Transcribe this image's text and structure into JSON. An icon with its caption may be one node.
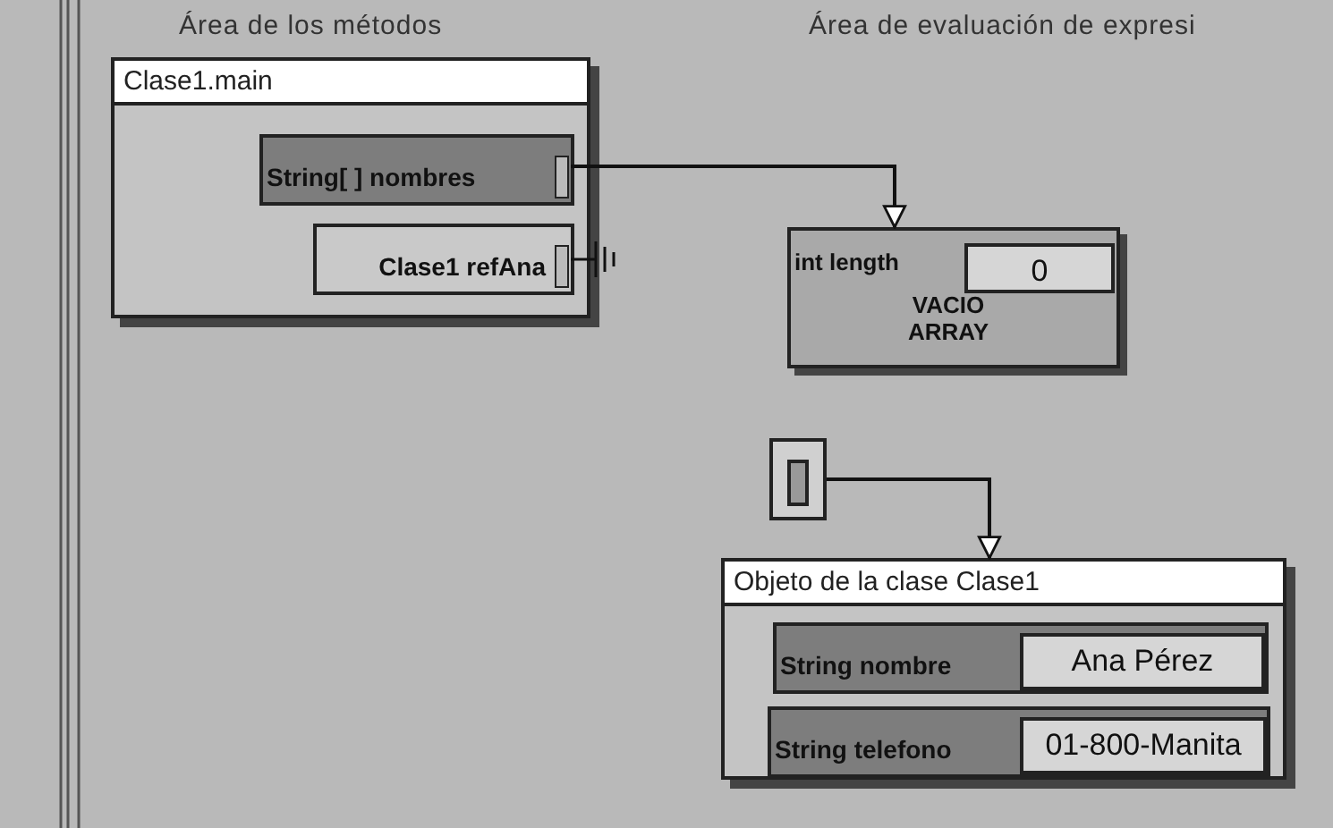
{
  "diagram": {
    "nodes": [
      {
        "text": [
          "Clase1.main"
        ]
      },
      {
        "text": [
          "String[ ] nombres"
        ],
        "in": 0
      },
      {
        "text": [
          "Clase1 refAna"
        ],
        "in": 0
      },
      {
        "text": [
          "int length",
          "VACIO ARRAY"
        ]
      },
      {
        "text": [
          "0"
        ],
        "in": 3
      },
      {
        "text": [],
        "shape": "box"
      },
      {
        "text": [
          "Objeto de la clase Clase1"
        ]
      },
      {
        "text": [
          "String nombre"
        ],
        "in": 6
      },
      {
        "text": [
          "Ana Pérez"
        ],
        "in": 7
      },
      {
        "text": [
          "String telefono"
        ],
        "in": 6
      },
      {
        "text": [
          "01-800-Manita"
        ],
        "in": 9
      }
    ],
    "edges": [
      {
        "from": 1,
        "to": 3,
        "arrow": "to"
      },
      {
        "from": 5,
        "to": 6,
        "arrow": "to"
      }
    ],
    "labels": [
      "Área de los métodos",
      "Área de evaluación de expresi"
    ]
  }
}
